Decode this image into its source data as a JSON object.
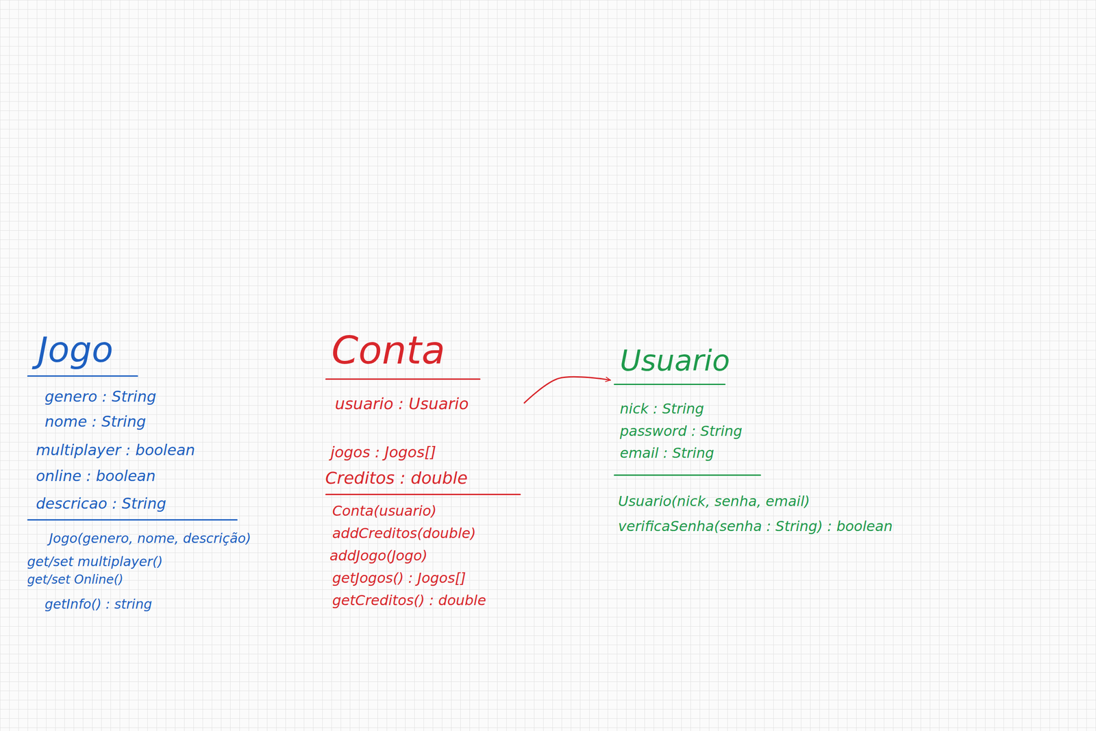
{
  "diagram": {
    "nodes": [
      {
        "text": [
          "Jogo",
          "genero : String",
          "nome : String",
          "multiplayer : boolean",
          "online : boolean",
          "descricao : String",
          "Jogo(genero, nome, descrição)",
          "get/set multiplayer()",
          "get/set Online()",
          "getInfo() : string"
        ]
      },
      {
        "text": [
          "Conta",
          "usuario : Usuario",
          "jogos : Jogos[]",
          "Creditos : double",
          "Conta(usuario)",
          "addCreditos(double)",
          "addJogo(Jogo)",
          "getJogos() : Jogos[]",
          "getCreditos() : double"
        ]
      },
      {
        "text": [
          "Usuario",
          "nick : String",
          "password : String",
          "email : String",
          "Usuario(nick, senha, email)",
          "verificaSenha(senha : String) : boolean"
        ]
      }
    ],
    "edges": [
      {
        "from": 1,
        "to": 2,
        "arrow": "to"
      }
    ]
  }
}
